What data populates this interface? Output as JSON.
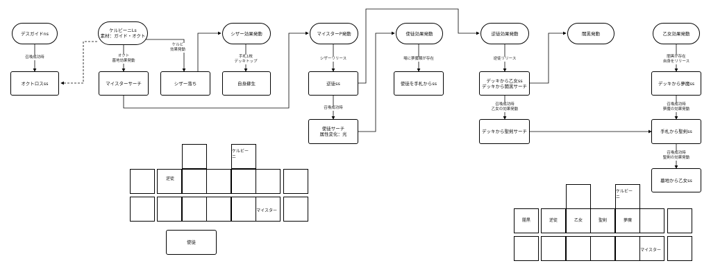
{
  "flow": {
    "n1": "デスガイドns",
    "n2": "オクトロスss",
    "n3": "ケルビーニLs\n素材：ガイド・オクト",
    "n4": "マイスターサーチ",
    "n5": "シザー落ち",
    "n6": "シザー効果発動",
    "n7": "自身蘇生",
    "n8": "マイスターP発動",
    "n9": "逆徒ss",
    "n10": "使徒サーチ\n属性変化：光",
    "n11": "使徒効果発動",
    "n12": "使徒を手札からss",
    "n13": "逆徒効果発動",
    "n14": "デッキから乙女ss\nデッキから闇黒サーチ",
    "n15": "デッキから聖剣サーチ",
    "n16": "闇黒発動",
    "n17": "乙女効果発動",
    "n18": "デッキから夢魔ss",
    "n19": "手札から聖剣ss",
    "n20": "墓地から乙女ss",
    "e1": "召喚成功時",
    "e2": "オクト\n墓地効果発動",
    "e3": "ケルビ\n効果発動",
    "e4": "手札1枚\nデッキトップ",
    "e5": "シザーリリース",
    "e6": "召喚成功時",
    "e7": "場に夢魔類が存在",
    "e8": "逆徒リリース",
    "e9": "召喚成功時\n乙女の効果発動",
    "e10": "闇黒が存在\n自身をリリース",
    "e11": "召喚成功時\n夢魔の効果発動",
    "e12": "召喚成功時\n聖剣の効果発動"
  },
  "board1": {
    "extra_monster": "ケルビーニ",
    "monster_left": "逆徒",
    "spell": "マイスター",
    "hand": "使徒"
  },
  "board2": {
    "extra_monster": "ケルビーニ",
    "monsters": [
      "闇黒",
      "逆徒",
      "乙女",
      "聖剣",
      "夢魔"
    ],
    "spell": "マイスター"
  },
  "colors": {
    "line": "#000000",
    "background": "#ffffff"
  }
}
